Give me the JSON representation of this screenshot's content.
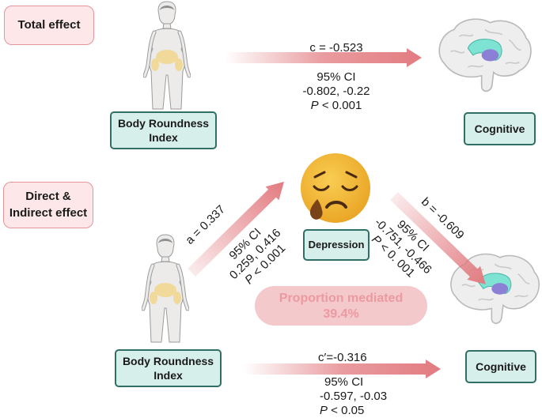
{
  "labels": {
    "total_effect": "Total effect",
    "direct_indirect_line1": "Direct &",
    "direct_indirect_line2": "Indirect effect"
  },
  "nodes": {
    "bri": "Body Roundness\nIndex",
    "cognitive": "Cognitive",
    "depression": "Depression"
  },
  "paths": {
    "c": {
      "coef": "c = -0.523",
      "ci_label": "95% CI",
      "ci": "-0.802, -0.22",
      "p_symbol": "P",
      "p_rest": " < 0.001"
    },
    "a": {
      "coef": "a = 0.337",
      "ci_label": "95% CI",
      "ci": "0.259, 0.416",
      "p_symbol": "P",
      "p_rest": " < 0.001"
    },
    "b": {
      "coef": "b = -0.609",
      "ci_label": "95% CI",
      "ci": "-0.751, -0.466",
      "p_symbol": "P",
      "p_rest": " < 0. 001"
    },
    "c_prime": {
      "coef": "c′=-0.316",
      "ci_label": "95% CI",
      "ci": "-0.597, -0.03",
      "p_symbol": "P",
      "p_rest": " < 0.05"
    }
  },
  "proportion": {
    "label": "Proportion mediated",
    "value": "39.4%"
  },
  "colors": {
    "arrow": "#e27b80",
    "box_fill": "#d7efea",
    "box_border": "#2f6f65",
    "pill_fill": "#fde7e8",
    "pill_border": "#e7959b"
  }
}
